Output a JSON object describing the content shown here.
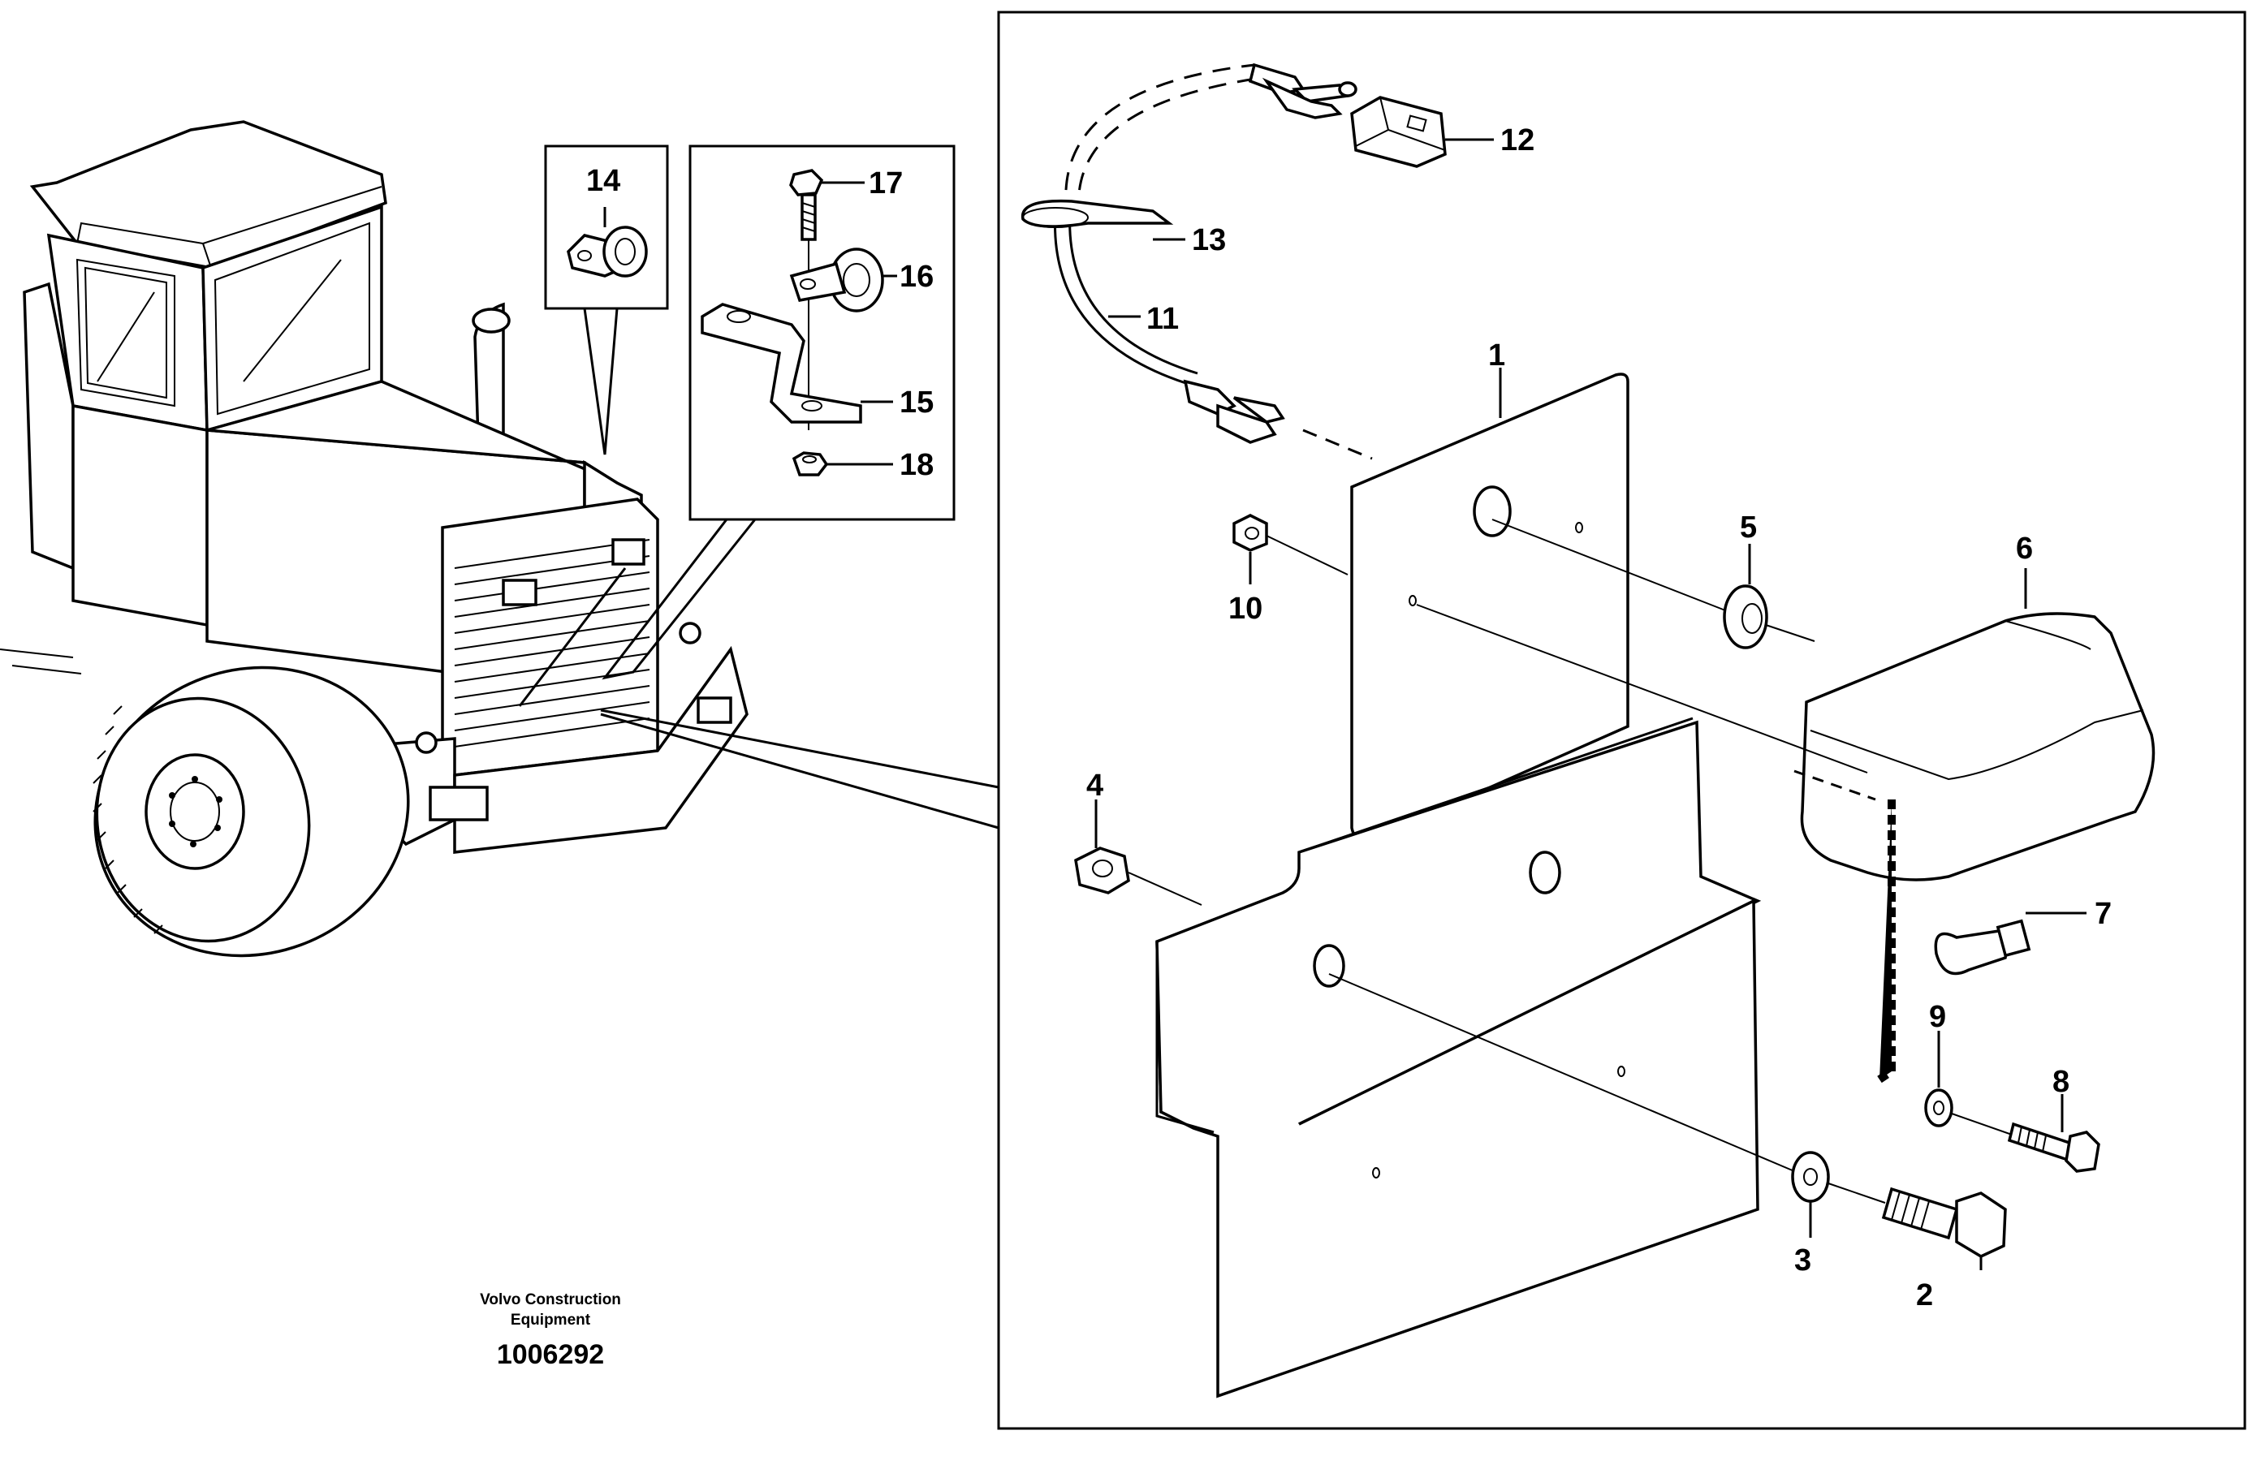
{
  "callouts": {
    "c1": "1",
    "c2": "2",
    "c3": "3",
    "c4": "4",
    "c5": "5",
    "c6": "6",
    "c7": "7",
    "c8": "8",
    "c9": "9",
    "c10": "10",
    "c11": "11",
    "c12": "12",
    "c13": "13",
    "c14": "14",
    "c15": "15",
    "c16": "16",
    "c17": "17",
    "c18": "18"
  },
  "caption": {
    "line1": "Volvo Construction",
    "line2": "Equipment",
    "drawing_number": "1006292"
  }
}
